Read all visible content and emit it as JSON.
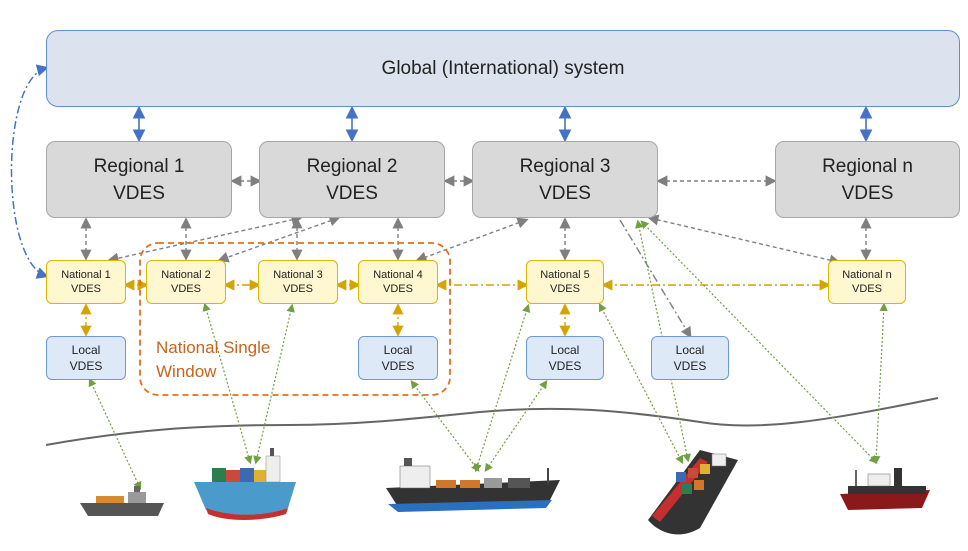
{
  "global": {
    "label": "Global (International) system"
  },
  "regional": [
    {
      "line1": "Regional 1",
      "line2": "VDES"
    },
    {
      "line1": "Regional 2",
      "line2": "VDES"
    },
    {
      "line1": "Regional 3",
      "line2": "VDES"
    },
    {
      "line1": "Regional n",
      "line2": "VDES"
    }
  ],
  "national": [
    {
      "line1": "National 1",
      "line2": "VDES"
    },
    {
      "line1": "National 2",
      "line2": "VDES"
    },
    {
      "line1": "National 3",
      "line2": "VDES"
    },
    {
      "line1": "National 4",
      "line2": "VDES"
    },
    {
      "line1": "National 5",
      "line2": "VDES"
    },
    {
      "line1": "National n",
      "line2": "VDES"
    }
  ],
  "local": [
    {
      "line1": "Local",
      "line2": "VDES"
    },
    {
      "line1": "Local",
      "line2": "VDES"
    },
    {
      "line1": "Local",
      "line2": "VDES"
    },
    {
      "line1": "Local",
      "line2": "VDES"
    }
  ],
  "single_window": {
    "line1": "National Single",
    "line2": "Window"
  },
  "colors": {
    "global_fill": "#dce3ef",
    "global_border": "#5b8fd4",
    "regional_fill": "#d9d9d9",
    "national_fill": "#fff7cf",
    "national_border": "#e0b400",
    "local_fill": "#dde9f7",
    "single_window": "#c5651e",
    "blue_link": "#4472c4",
    "gray_link": "#7f7f7f",
    "yellow_link": "#d4a400",
    "radio_link": "#70a040"
  }
}
